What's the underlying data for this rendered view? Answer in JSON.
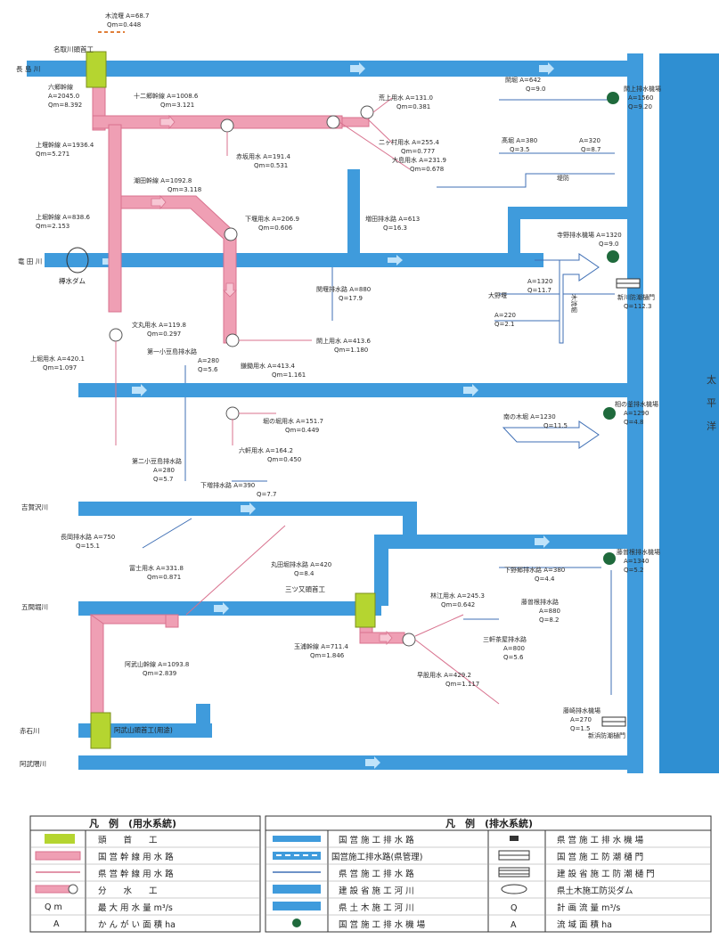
{
  "rivers": {
    "naruse": "長 島 川",
    "takeda": "竜 田 川",
    "kijo": "吉賀沢川",
    "goshi": "五間堀川",
    "akaishi": "赤石川",
    "arumatsu": "阿武隈川"
  },
  "ocean": [
    "太",
    "平",
    "洋"
  ],
  "headworks": {
    "top": "名取川頭首工",
    "mid": "三ツ又頭首工",
    "bottom": "阿武山頭首工(用途)"
  },
  "dam": "樽水ダム",
  "top_source": {
    "name": "木流堰 A=68.7",
    "q": "Qm=0.448"
  },
  "canals": [
    {
      "name": "六郷幹線",
      "a": "A=2045.0",
      "q": "Qm=8.392"
    },
    {
      "name": "十二郷幹線 A=1008.6",
      "q": "Qm=3.121"
    },
    {
      "name": "上堰幹線 A=1936.4",
      "q": "Qm=5.271"
    },
    {
      "name": "潮田幹線 A=1092.8",
      "q": "Qm=3.118"
    },
    {
      "name": "上堀幹線 A=838.6",
      "q": "Qm=2.153"
    },
    {
      "name": "下堰用水 A=206.9",
      "q": "Qm=0.606"
    },
    {
      "name": "赤坂用水 A=191.4",
      "q": "Qm=0.531"
    },
    {
      "name": "荒上用水 A=131.0",
      "q": "Qm=0.381"
    },
    {
      "name": "二ヶ村用水 A=255.4",
      "q": "Qm=0.777"
    },
    {
      "name": "大島用水 A=231.9",
      "q": "Qm=0.678"
    },
    {
      "name": "文丸用水 A=119.8",
      "q": "Qm=0.297"
    },
    {
      "name": "上堀用水 A=420.1",
      "q": "Qm=1.097"
    },
    {
      "name": "閖上用水 A=413.6",
      "q": "Qm=1.180"
    },
    {
      "name": "鎌鋤用水 A=413.4",
      "q": "Qm=1.161"
    },
    {
      "name": "堀の堀用水 A=151.7",
      "q": "Qm=0.449"
    },
    {
      "name": "六軒用水 A=164.2",
      "q": "Qm=0.450"
    },
    {
      "name": "冨士用水 A=331.8",
      "q": "Qm=0.871"
    },
    {
      "name": "阿武山幹線 A=1093.8",
      "q": "Qm=2.839"
    },
    {
      "name": "玉浦幹線 A=711.4",
      "q": "Qm=1.846"
    },
    {
      "name": "林江用水 A=245.3",
      "q": "Qm=0.642"
    },
    {
      "name": "早股用水 A=429.2",
      "q": "Qm=1.117"
    }
  ],
  "drains": [
    {
      "name": "増田排水路 A=613",
      "q": "Q=16.3"
    },
    {
      "name": "関堰排水路 A=880",
      "q": "Q=17.9"
    },
    {
      "name": "第一小豆島排水路",
      "a": "A=280",
      "q": "Q=5.6"
    },
    {
      "name": "第二小豆島排水路",
      "a": "A=280",
      "q": "Q=5.7"
    },
    {
      "name": "下増排水路 A=390",
      "q": "Q=7.7"
    },
    {
      "name": "長岡排水路 A=750",
      "q": "Q=15.1"
    },
    {
      "name": "丸田堀排水路 A=420",
      "q": "Q=8.4"
    },
    {
      "name": "藤曽根排水路",
      "a": "A=880",
      "q": "Q=8.2"
    },
    {
      "name": "三軒茶屋排水路",
      "a": "A=800",
      "q": "Q=5.6"
    },
    {
      "name": "下野郷排水路 A=380",
      "q": "Q=4.4"
    },
    {
      "name": "閖堀 A=642",
      "q": "Q=9.0"
    },
    {
      "name": "髙堀 A=380",
      "q": "Q=3.5"
    },
    {
      "name": "A=320",
      "q": "Q=8.7"
    },
    {
      "name": "南の木堀 A=1230",
      "q": "Q=11.5"
    }
  ],
  "pump_stations": [
    {
      "name": "閖上排水機場",
      "a": "A=1560",
      "q": "Q=9.20"
    },
    {
      "name": "寺野排水機場 A=1320",
      "q": "Q=9.0"
    },
    {
      "name": "相の釜排水機場",
      "a": "A=1290",
      "q": "Q=4.8"
    },
    {
      "name": "藤曽根排水機場",
      "a": "A=1340",
      "q": "Q=5.2"
    },
    {
      "name": "藤崎排水機場",
      "a": "A=270",
      "q": "Q=1.5"
    }
  ],
  "misc_labels": {
    "teibo": "堤防",
    "oonogi": "大野堰",
    "oonogi_a": "A=1320",
    "oonogi_q": "Q=11.7",
    "a220": "A=220",
    "q21": "Q=2.1",
    "kiryu": "木流堀",
    "gate1": "新川防潮樋門",
    "gate1_q": "Q=112.3",
    "gate2": "新浜防潮樋門"
  },
  "legend_water": {
    "title": "凡　例　(用水系統)",
    "rows": [
      {
        "symbol": "headworks",
        "label": "頭　　首　　工"
      },
      {
        "symbol": "state-canal",
        "label": "国 営 幹 線 用 水 路"
      },
      {
        "symbol": "pref-canal",
        "label": "県 営 幹 線 用 水 路"
      },
      {
        "symbol": "diversion",
        "label": "分　　水　　工"
      },
      {
        "symbol": "Qm",
        "label": "最 大 用 水 量 m³/s"
      },
      {
        "symbol": "A",
        "label": "か ん が い 面 積 ha"
      }
    ]
  },
  "legend_drain": {
    "title": "凡　例　(排水系統)",
    "left": [
      {
        "symbol": "state-drain",
        "label": "国 営 施 工 排 水 路"
      },
      {
        "symbol": "state-drain-mgmt",
        "label": "国営施工排水路(県管理)"
      },
      {
        "symbol": "pref-drain",
        "label": "県 営 施 工 排 水 路"
      },
      {
        "symbol": "construction-river",
        "label": "建 設 省 施 工 河 川"
      },
      {
        "symbol": "civil-river",
        "label": "県 土 木 施 工 河 川"
      },
      {
        "symbol": "pump",
        "label": "国 営 施 工 排 水 機 場"
      }
    ],
    "right": [
      {
        "symbol": "pump-pref",
        "label": "県 営 施 工 排 水 機 場"
      },
      {
        "symbol": "gate-state",
        "label": "国 営 施 工 防 潮 樋 門"
      },
      {
        "symbol": "gate-const",
        "label": "建 設 省 施 工 防 潮 樋 門"
      },
      {
        "symbol": "dam",
        "label": "県土木施工防災ダム"
      },
      {
        "symbol": "Q",
        "label": "計 画 流 量 m³/s"
      },
      {
        "symbol": "A",
        "label": "流 域 面 積 ha"
      }
    ],
    "symbol_text": {
      "Q": "Q",
      "A": "A"
    }
  },
  "legend_water_symbols": {
    "Qm": "Q m",
    "A": "A"
  },
  "colors": {
    "river": "#3f9bdc",
    "canal": "#ef9fb4",
    "canal_edge": "#d8728e",
    "headworks": "#b5d530",
    "ocean": "#2f8fd2",
    "pump": "#1f6a3c"
  }
}
